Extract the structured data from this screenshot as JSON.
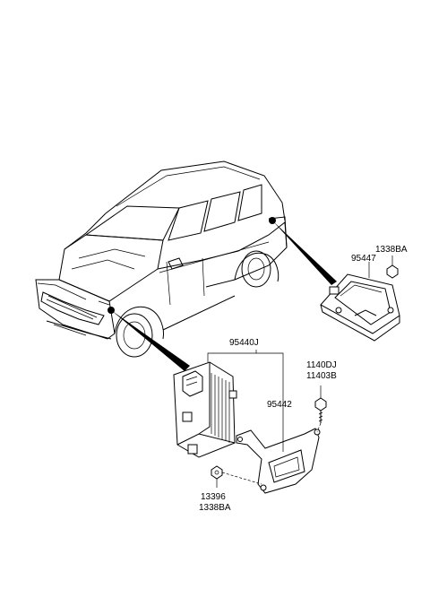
{
  "labels": {
    "p95447": "95447",
    "p1338BA_top": "1338BA",
    "p95440J": "95440J",
    "p1140DJ": "1140DJ",
    "p11403B": "11403B",
    "p95442": "95442",
    "p13396": "13396",
    "p1338BA_bottom": "1338BA"
  }
}
